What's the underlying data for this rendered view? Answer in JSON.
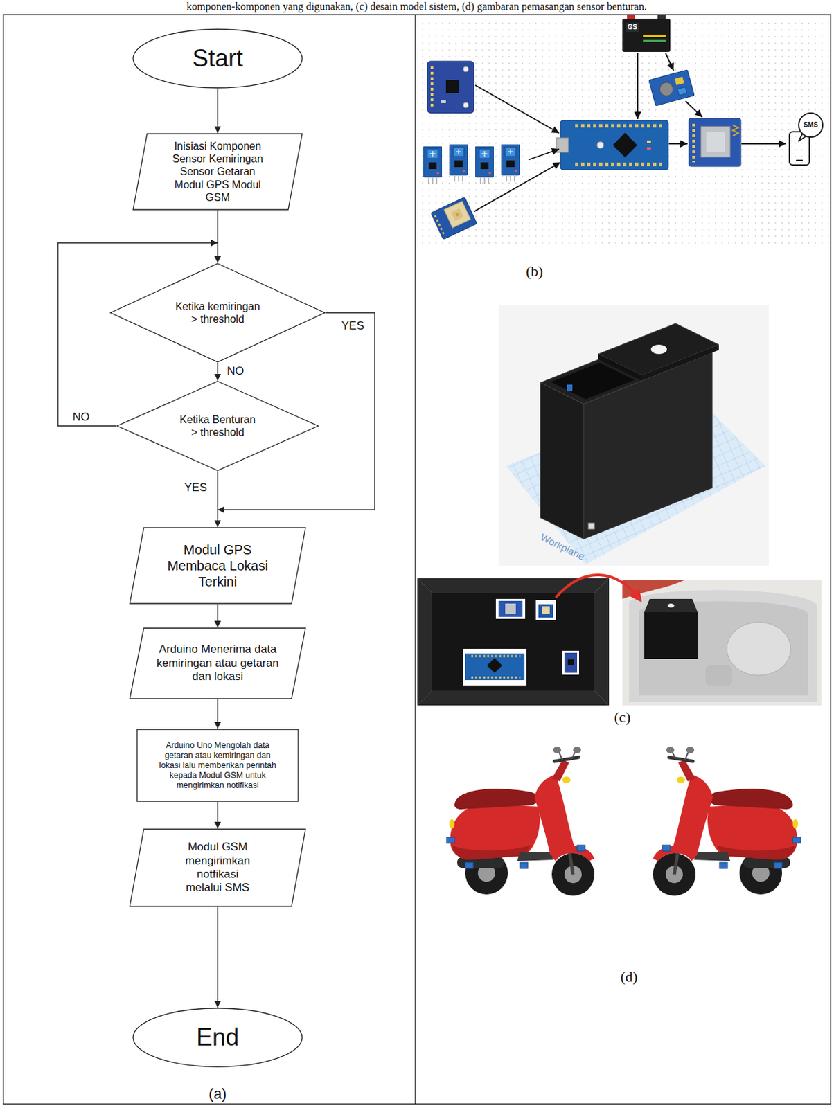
{
  "diagram": {
    "caption": "komponen-komponen yang digunakan, (c) desain model sistem, (d) gambaran pemasangan sensor benturan.",
    "nodes": [
      {
        "text": [
          "Start"
        ]
      },
      {
        "text": [
          "Inisiasi Komponen Sensor Kemiringan Sensor Getaran Modul GPS Modul GSM"
        ]
      },
      {
        "text": [
          "Ketika kemiringan > threshold"
        ]
      },
      {
        "text": [
          "Ketika Benturan > threshold"
        ]
      },
      {
        "text": [
          "Modul GPS Membaca Lokasi Terkini"
        ]
      },
      {
        "text": [
          "Arduino Menerima data kemiringan atau getaran dan lokasi"
        ]
      },
      {
        "text": [
          "Arduino Uno Mengolah data getaran atau kemiringan dan lokasi lalu memberikan perintah kepada Modul GSM untuk mengirimkan notifikasi"
        ]
      },
      {
        "text": [
          "Modul GSM mengirimkan notfikasi melalui SMS"
        ]
      },
      {
        "text": [
          "End"
        ]
      }
    ],
    "edges": [
      {
        "from": 0,
        "to": 1,
        "arrow": "to"
      },
      {
        "from": 1,
        "to": 2,
        "arrow": "to"
      },
      {
        "from": 2,
        "to": 3,
        "label": "NO",
        "arrow": "to"
      },
      {
        "from": 3,
        "to": 2,
        "label": "NO",
        "arrow": "to"
      },
      {
        "from": 2,
        "to": 4,
        "label": "YES",
        "arrow": "to"
      },
      {
        "from": 3,
        "to": 4,
        "label": "YES",
        "arrow": "to"
      },
      {
        "from": 4,
        "to": 5,
        "arrow": "to"
      },
      {
        "from": 5,
        "to": 6,
        "arrow": "to"
      },
      {
        "from": 6,
        "to": 7,
        "arrow": "to"
      },
      {
        "from": 7,
        "to": 8,
        "arrow": "to"
      }
    ],
    "labels": [
      "(a)",
      "SMS",
      "GS",
      "(b)",
      "Workplane",
      "(c)",
      "(d)"
    ]
  }
}
